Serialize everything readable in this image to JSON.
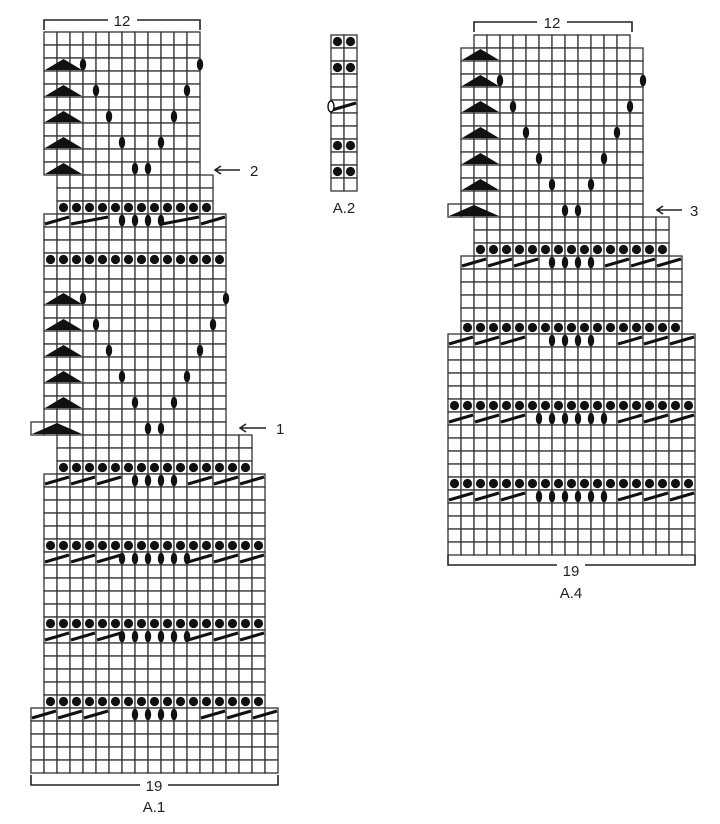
{
  "charts": {
    "a1": {
      "name": "A.1",
      "top_count": "12",
      "bottom_count": "19",
      "arrows": [
        {
          "label": "2",
          "row": 10
        },
        {
          "label": "1",
          "row": 30
        }
      ],
      "rows": [
        {
          "s": [
            1,
            12
          ]
        },
        {
          "s": [
            1,
            12
          ]
        },
        {
          "s": [
            1,
            12
          ],
          "t": 1,
          "o": [
            4,
            13
          ]
        },
        {
          "s": [
            1,
            12
          ]
        },
        {
          "s": [
            1,
            12
          ],
          "t": 1,
          "o": [
            5,
            12
          ]
        },
        {
          "s": [
            1,
            12
          ]
        },
        {
          "s": [
            1,
            12
          ],
          "t": 1,
          "o": [
            6,
            11
          ]
        },
        {
          "s": [
            1,
            12
          ]
        },
        {
          "s": [
            1,
            12
          ],
          "t": 1,
          "o": [
            7,
            10
          ]
        },
        {
          "s": [
            1,
            12
          ]
        },
        {
          "s": [
            1,
            12
          ],
          "t": 1,
          "o": [
            8,
            9
          ]
        },
        {
          "s": [
            2,
            13
          ]
        },
        {
          "s": [
            2,
            13
          ]
        },
        {
          "s": [
            2,
            13
          ],
          "d": 1
        },
        {
          "s": [
            1,
            14
          ],
          "sl": [
            [
              1,
              2
            ],
            [
              3,
              3
            ],
            [
              10,
              3
            ],
            [
              13,
              2
            ]
          ],
          "o": [
            7,
            8,
            9,
            10
          ]
        },
        {
          "s": [
            1,
            14
          ]
        },
        {
          "s": [
            1,
            14
          ]
        },
        {
          "s": [
            1,
            14
          ],
          "d": 1
        },
        {
          "s": [
            1,
            14
          ]
        },
        {
          "s": [
            1,
            14
          ]
        },
        {
          "s": [
            1,
            14
          ],
          "t": 1,
          "o": [
            4,
            15
          ]
        },
        {
          "s": [
            1,
            14
          ]
        },
        {
          "s": [
            1,
            14
          ],
          "t": 1,
          "o": [
            5,
            14
          ]
        },
        {
          "s": [
            1,
            14
          ]
        },
        {
          "s": [
            1,
            14
          ],
          "t": 1,
          "o": [
            6,
            13
          ]
        },
        {
          "s": [
            1,
            14
          ]
        },
        {
          "s": [
            1,
            14
          ],
          "t": 1,
          "o": [
            7,
            12
          ]
        },
        {
          "s": [
            1,
            14
          ]
        },
        {
          "s": [
            1,
            14
          ],
          "t": 1,
          "o": [
            8,
            11
          ]
        },
        {
          "s": [
            1,
            14
          ]
        },
        {
          "s": [
            0,
            14
          ],
          "t": 0,
          "o": [
            9,
            10
          ]
        },
        {
          "s": [
            2,
            16
          ]
        },
        {
          "s": [
            2,
            16
          ]
        },
        {
          "s": [
            2,
            16
          ],
          "d": 1
        },
        {
          "s": [
            1,
            17
          ],
          "sl": [
            [
              1,
              2
            ],
            [
              3,
              2
            ],
            [
              5,
              2
            ],
            [
              12,
              2
            ],
            [
              14,
              2
            ],
            [
              16,
              2
            ]
          ],
          "o": [
            8,
            9,
            10,
            11
          ]
        },
        {
          "s": [
            1,
            17
          ]
        },
        {
          "s": [
            1,
            17
          ]
        },
        {
          "s": [
            1,
            17
          ]
        },
        {
          "s": [
            1,
            17
          ]
        },
        {
          "s": [
            1,
            17
          ],
          "d": 1
        },
        {
          "s": [
            1,
            17
          ],
          "sl": [
            [
              1,
              2
            ],
            [
              3,
              2
            ],
            [
              5,
              2
            ],
            [
              12,
              2
            ],
            [
              14,
              2
            ],
            [
              16,
              2
            ]
          ],
          "o": [
            7,
            8,
            9,
            10,
            11,
            12
          ]
        },
        {
          "s": [
            1,
            17
          ]
        },
        {
          "s": [
            1,
            17
          ]
        },
        {
          "s": [
            1,
            17
          ]
        },
        {
          "s": [
            1,
            17
          ]
        },
        {
          "s": [
            1,
            17
          ],
          "d": 1
        },
        {
          "s": [
            1,
            17
          ],
          "sl": [
            [
              1,
              2
            ],
            [
              3,
              2
            ],
            [
              5,
              2
            ],
            [
              12,
              2
            ],
            [
              14,
              2
            ],
            [
              16,
              2
            ]
          ],
          "o": [
            7,
            8,
            9,
            10,
            11,
            12
          ]
        },
        {
          "s": [
            1,
            17
          ]
        },
        {
          "s": [
            1,
            17
          ]
        },
        {
          "s": [
            1,
            17
          ]
        },
        {
          "s": [
            1,
            17
          ]
        },
        {
          "s": [
            1,
            17
          ],
          "d": 1
        },
        {
          "s": [
            0,
            18
          ],
          "sl": [
            [
              0,
              2
            ],
            [
              2,
              2
            ],
            [
              4,
              2
            ],
            [
              13,
              2
            ],
            [
              15,
              2
            ],
            [
              17,
              2
            ]
          ],
          "o": [
            8,
            9,
            10,
            11
          ]
        },
        {
          "s": [
            0,
            18
          ]
        },
        {
          "s": [
            0,
            18
          ]
        },
        {
          "s": [
            0,
            18
          ]
        },
        {
          "s": [
            0,
            18
          ]
        }
      ]
    },
    "a2": {
      "name": "A.2",
      "rows": [
        {
          "s": [
            0,
            1
          ],
          "d": 1
        },
        {
          "s": [
            0,
            1
          ]
        },
        {
          "s": [
            0,
            1
          ],
          "d": 1
        },
        {
          "s": [
            0,
            1
          ]
        },
        {
          "s": [
            0,
            1
          ]
        },
        {
          "s": [
            0,
            1
          ],
          "sl": [
            [
              0,
              2
            ]
          ],
          "oh": [
            0
          ]
        },
        {
          "s": [
            0,
            1
          ]
        },
        {
          "s": [
            0,
            1
          ]
        },
        {
          "s": [
            0,
            1
          ],
          "d": 1
        },
        {
          "s": [
            0,
            1
          ]
        },
        {
          "s": [
            0,
            1
          ],
          "d": 1
        },
        {
          "s": [
            0,
            1
          ]
        }
      ]
    },
    "a4": {
      "name": "A.4",
      "top_count": "12",
      "bottom_count": "19",
      "arrows": [
        {
          "label": "3",
          "row": 13
        }
      ],
      "rows": [
        {
          "s": [
            2,
            13
          ]
        },
        {
          "s": [
            1,
            14
          ],
          "t": 1
        },
        {
          "s": [
            1,
            14
          ]
        },
        {
          "s": [
            1,
            14
          ],
          "t": 1,
          "o": [
            4,
            15
          ]
        },
        {
          "s": [
            1,
            14
          ]
        },
        {
          "s": [
            1,
            14
          ],
          "t": 1,
          "o": [
            5,
            14
          ]
        },
        {
          "s": [
            1,
            14
          ]
        },
        {
          "s": [
            1,
            14
          ],
          "t": 1,
          "o": [
            6,
            13
          ]
        },
        {
          "s": [
            1,
            14
          ]
        },
        {
          "s": [
            1,
            14
          ],
          "t": 1,
          "o": [
            7,
            12
          ]
        },
        {
          "s": [
            1,
            14
          ]
        },
        {
          "s": [
            1,
            14
          ],
          "t": 1,
          "o": [
            8,
            11
          ]
        },
        {
          "s": [
            1,
            14
          ]
        },
        {
          "s": [
            0,
            14
          ],
          "t": 0,
          "o": [
            9,
            10
          ]
        },
        {
          "s": [
            2,
            16
          ]
        },
        {
          "s": [
            2,
            16
          ]
        },
        {
          "s": [
            2,
            16
          ],
          "d": 1
        },
        {
          "s": [
            1,
            17
          ],
          "sl": [
            [
              1,
              2
            ],
            [
              3,
              2
            ],
            [
              5,
              2
            ],
            [
              12,
              2
            ],
            [
              14,
              2
            ],
            [
              16,
              2
            ]
          ],
          "o": [
            8,
            9,
            10,
            11
          ]
        },
        {
          "s": [
            1,
            17
          ]
        },
        {
          "s": [
            1,
            17
          ]
        },
        {
          "s": [
            1,
            17
          ]
        },
        {
          "s": [
            1,
            17
          ]
        },
        {
          "s": [
            1,
            17
          ],
          "d": 1
        },
        {
          "s": [
            0,
            18
          ],
          "sl": [
            [
              0,
              2
            ],
            [
              2,
              2
            ],
            [
              4,
              2
            ],
            [
              13,
              2
            ],
            [
              15,
              2
            ],
            [
              17,
              2
            ]
          ],
          "o": [
            8,
            9,
            10,
            11
          ]
        },
        {
          "s": [
            0,
            18
          ]
        },
        {
          "s": [
            0,
            18
          ]
        },
        {
          "s": [
            0,
            18
          ]
        },
        {
          "s": [
            0,
            18
          ]
        },
        {
          "s": [
            0,
            18
          ],
          "d": 1
        },
        {
          "s": [
            0,
            18
          ],
          "sl": [
            [
              0,
              2
            ],
            [
              2,
              2
            ],
            [
              4,
              2
            ],
            [
              13,
              2
            ],
            [
              15,
              2
            ],
            [
              17,
              2
            ]
          ],
          "o": [
            7,
            8,
            9,
            10,
            11,
            12
          ]
        },
        {
          "s": [
            0,
            18
          ]
        },
        {
          "s": [
            0,
            18
          ]
        },
        {
          "s": [
            0,
            18
          ]
        },
        {
          "s": [
            0,
            18
          ]
        },
        {
          "s": [
            0,
            18
          ],
          "d": 1
        },
        {
          "s": [
            0,
            18
          ],
          "sl": [
            [
              0,
              2
            ],
            [
              2,
              2
            ],
            [
              4,
              2
            ],
            [
              13,
              2
            ],
            [
              15,
              2
            ],
            [
              17,
              2
            ]
          ],
          "o": [
            7,
            8,
            9,
            10,
            11,
            12
          ]
        },
        {
          "s": [
            0,
            18
          ]
        },
        {
          "s": [
            0,
            18
          ]
        },
        {
          "s": [
            0,
            18
          ]
        },
        {
          "s": [
            0,
            18
          ]
        }
      ]
    }
  }
}
